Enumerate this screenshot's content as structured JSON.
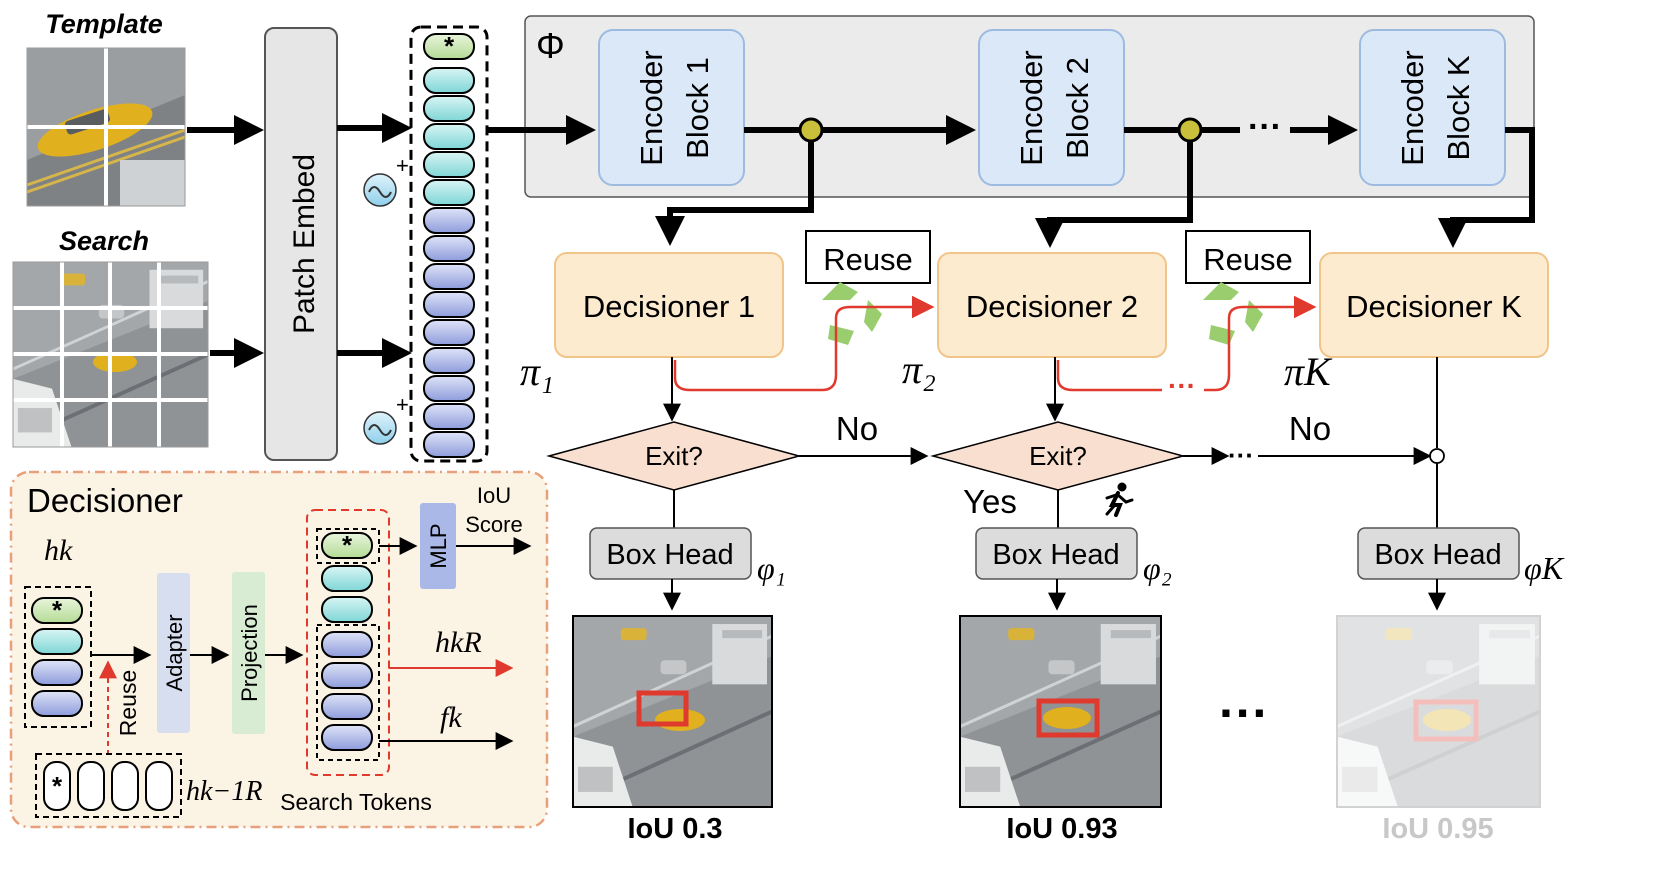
{
  "inputs": {
    "template_label": "Template",
    "search_label": "Search",
    "patch_embed_label": "Patch Embed",
    "cls_token_symbol": "*",
    "pos_add_symbol": "+"
  },
  "backbone": {
    "phi_label": "Φ",
    "encoder_word": "Encoder",
    "blocks": [
      "Block 1",
      "Block 2",
      "Block K"
    ],
    "ellipsis": "···"
  },
  "stages": [
    {
      "decisioner": "Decisioner 1",
      "policy": "π₁",
      "exit_label": "Exit?",
      "box_head": "Box Head",
      "head_symbol": "φ₁",
      "iou": "IoU 0.3",
      "faded": false
    },
    {
      "decisioner": "Decisioner 2",
      "policy": "π₂",
      "exit_label": "Exit?",
      "box_head": "Box Head",
      "head_symbol": "φ₂",
      "iou": "IoU 0.93",
      "faded": false
    },
    {
      "decisioner": "Decisioner K",
      "policy": "πK",
      "exit_label": "",
      "box_head": "Box Head",
      "head_symbol": "φK",
      "iou": "IoU 0.95",
      "faded": true
    }
  ],
  "flow": {
    "reuse_label": "Reuse",
    "no_label": "No",
    "yes_label": "Yes",
    "between_results": "···"
  },
  "decisioner_detail": {
    "title": "Decisioner",
    "h_k": "hk",
    "adapter": "Adapter",
    "projection": "Projection",
    "mlp": "MLP",
    "iou_score_line1": "IoU",
    "iou_score_line2": "Score",
    "h_k_R": "hkR",
    "f_k": "fk",
    "h_prev_R": "hk−1R",
    "reuse": "Reuse",
    "search_tokens": "Search Tokens"
  },
  "colors": {
    "encoder_fill": "#dbe8f7",
    "decisioner_fill": "#fdebcf",
    "exit_fill": "#f8dfd0",
    "box_head_fill": "#dcdcdc",
    "detail_bg": "#fbf3e4",
    "reuse_arrow": "#e03a2e",
    "token_cls": "#c9e5b4",
    "token_teal": "#8fdede",
    "token_blue": "#9aa8e0",
    "mlp_fill": "#a9b8e6",
    "recycle": "#9acd6e"
  }
}
